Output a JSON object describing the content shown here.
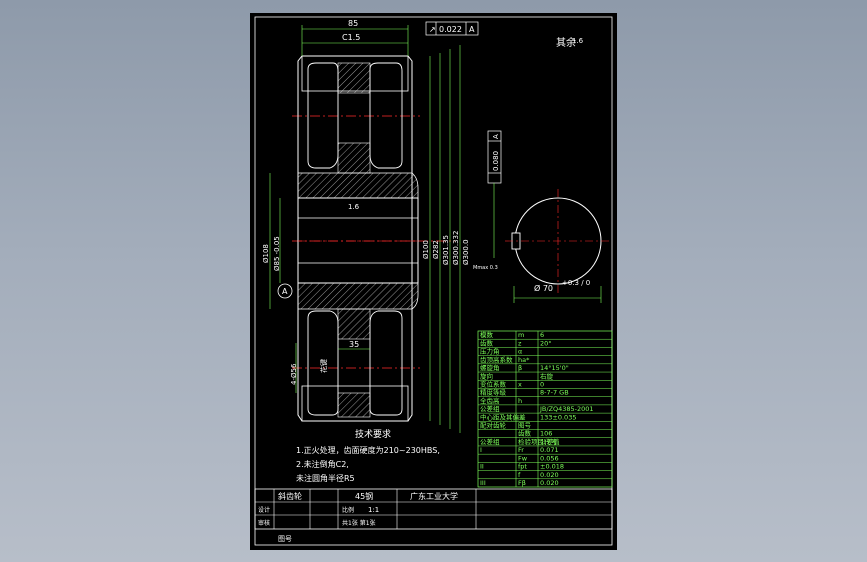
{
  "drawing": {
    "dims": {
      "width_top": "85",
      "chamfer": "C1.5",
      "runout": "0.022",
      "runout_ref": "A",
      "keyway_tol": "0.080",
      "keyway_ref": "A",
      "bore": "Ø100",
      "bore_tol": "Ø85 -0.05",
      "shaft_dia1": "Ø70",
      "dia_a": "Ø108",
      "dia_b": "Ø282",
      "dia_c": "Ø301.35",
      "dia_d": "Ø300.332",
      "dia_e": "Ø300.0",
      "width_hub": "35",
      "hole": "4-Ø56",
      "hub_label": "花键",
      "keyway_w": "Ø 70",
      "keyway_w_tol": "+0.3 / 0",
      "keyseat_note": "Mmax 0.3",
      "datum": "A",
      "roughness_main": "1.6",
      "roughness_other": "其余"
    },
    "tech_req": {
      "title": "技术要求",
      "lines": [
        "1.正火处理，齿面硬度为210~230HBS,",
        "2.未注倒角C2,",
        "未注圆角半径R5"
      ]
    },
    "gear_table": {
      "rows": [
        [
          "模数",
          "m",
          "6"
        ],
        [
          "齿数",
          "z",
          "20°"
        ],
        [
          "压力角",
          "α",
          ""
        ],
        [
          "齿顶高系数",
          "ha*",
          ""
        ],
        [
          "螺旋角",
          "β",
          "14°15'0\""
        ],
        [
          "旋向",
          "",
          "右旋"
        ],
        [
          "变位系数",
          "x",
          "0"
        ],
        [
          "精度等级",
          "",
          "8-7-7 GB"
        ],
        [
          "全齿高",
          "h",
          ""
        ],
        [
          "公差组",
          "",
          "JB/ZQ4385-2001"
        ],
        [
          "中心距及其偏差",
          "",
          "133±0.035"
        ],
        [
          "配对齿轮",
          "图号",
          ""
        ],
        [
          "",
          "齿数",
          "106"
        ],
        [
          "公差组",
          "检验项目代号",
          "公差值"
        ],
        [
          "I",
          "Fr",
          "0.071"
        ],
        [
          "",
          "Fw",
          "0.056"
        ],
        [
          "II",
          "fpt",
          "±0.018"
        ],
        [
          "",
          "f",
          "0.020"
        ],
        [
          "III",
          "Fβ",
          "0.020"
        ]
      ]
    },
    "title_block": {
      "part_name": "斜齿轮",
      "material": "45钢",
      "school": "广东工业大学",
      "scale_label": "比例",
      "scale": "1:1",
      "sheet": "共1张 第1张",
      "designer": "设计",
      "checker": "审核",
      "drawing_no": "图号"
    }
  }
}
